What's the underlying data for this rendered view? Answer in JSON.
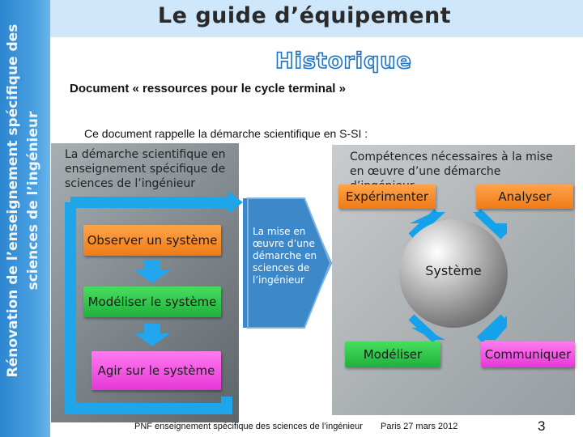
{
  "header": {
    "title": "Le guide d’équipement",
    "side_title": "Rénovation de l’enseignement spécifique des sciences de l’ingénieur"
  },
  "section": {
    "title": "Historique",
    "document_line": "Document « ressources pour le cycle terminal »",
    "intro_line": "Ce document rappelle la démarche scientifique en S-SI :"
  },
  "diagram_left": {
    "caption": "La démarche scientifique en enseignement spécifique de sciences de l’ingénieur",
    "steps": [
      "Observer un système",
      "Modéliser le système",
      "Agir sur  le système"
    ]
  },
  "diagram_center": {
    "arrow_text": "La mise en œuvre d’une démarche en sciences de l’ingénieur"
  },
  "diagram_right": {
    "caption": "Compétences nécessaires à la mise en œuvre d’une démarche d’ingénieur",
    "boxes": [
      "Expérimenter",
      "Analyser",
      "Modéliser",
      "Communiquer"
    ],
    "center": "Système"
  },
  "footer": {
    "left": "PNF enseignement spécifique des sciences de l’ingénieur",
    "middle": "Paris  27 mars 2012",
    "page": "3"
  },
  "colors": {
    "accent_blue": "#2d86d1",
    "orange": "#ef7b16",
    "green": "#1fb13b",
    "pink": "#e637d8"
  }
}
